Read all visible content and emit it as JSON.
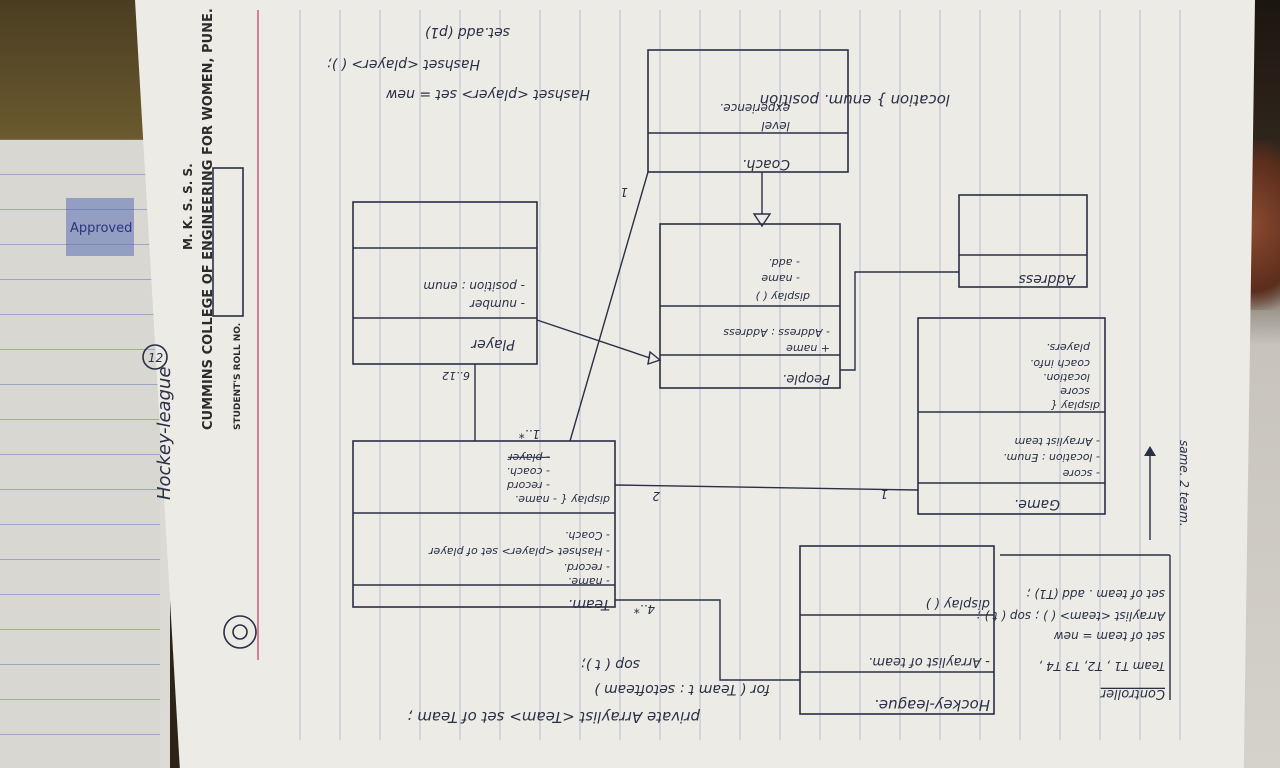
{
  "letterhead": {
    "institution": "CUMMINS COLLEGE OF ENGINEERING FOR WOMEN, PUNE.",
    "society": "M. K. S. S. S.",
    "roll_label": "STUDENT'S ROLL NO."
  },
  "title": {
    "text": "Hockey-league",
    "number": "12"
  },
  "classes": {
    "hockey_league": {
      "name": "Hockey-league.",
      "attributes": [
        "- Arraylist of team."
      ],
      "methods": [
        "display ( )"
      ]
    },
    "team": {
      "name": "Team.",
      "attributes": [
        "- name.",
        "- record.",
        "- Hashset <player> set of player",
        "- Coach."
      ],
      "methods": [
        "display { - name.",
        "- record",
        "- coach.",
        "- player"
      ]
    },
    "player": {
      "name": "Player",
      "attributes": [
        "- number",
        "- position : enum"
      ]
    },
    "people": {
      "name": "People.",
      "attributes": [
        "+ name",
        "- Address : Address"
      ],
      "methods": [
        "display ( )",
        "- name",
        "- add."
      ]
    },
    "coach": {
      "name": "Coach.",
      "attributes": [
        "level",
        "experience."
      ]
    },
    "address": {
      "name": "Address"
    },
    "game": {
      "name": "Game.",
      "attributes": [
        "- score",
        "- location : Enum.",
        "- Arraylist team"
      ],
      "methods": [
        "display {",
        "score",
        "location.",
        "coach info.",
        "players."
      ]
    }
  },
  "multiplicities": [
    "4..*",
    "1..*",
    "6..12",
    "1",
    "2",
    "1"
  ],
  "notes": {
    "enum_note": "location } enum. position",
    "hashset_1": "Hashset <player> set = new",
    "hashset_2": "Hashset <player> ( );",
    "set_add": "set.add (p1)",
    "arraylist_decl": "private Arraylist <Team> set of Team ;",
    "for_loop": "for ( Team t : setofteam )",
    "sop": "sop ( t );",
    "side_note": "same. 2 team.",
    "controller_title": "Controller",
    "controller_lines": [
      "Team T1 , T2, T3 T4 ,",
      "set of team = new",
      "Arraylist <team> ( ) ; sop ( t ) ;",
      "set of team . add (T1) ;"
    ]
  },
  "stamp": "Approved",
  "colors": {
    "ink": "#2a2f45",
    "paper": "#ecebe6",
    "rule": "#b9bfd0"
  }
}
